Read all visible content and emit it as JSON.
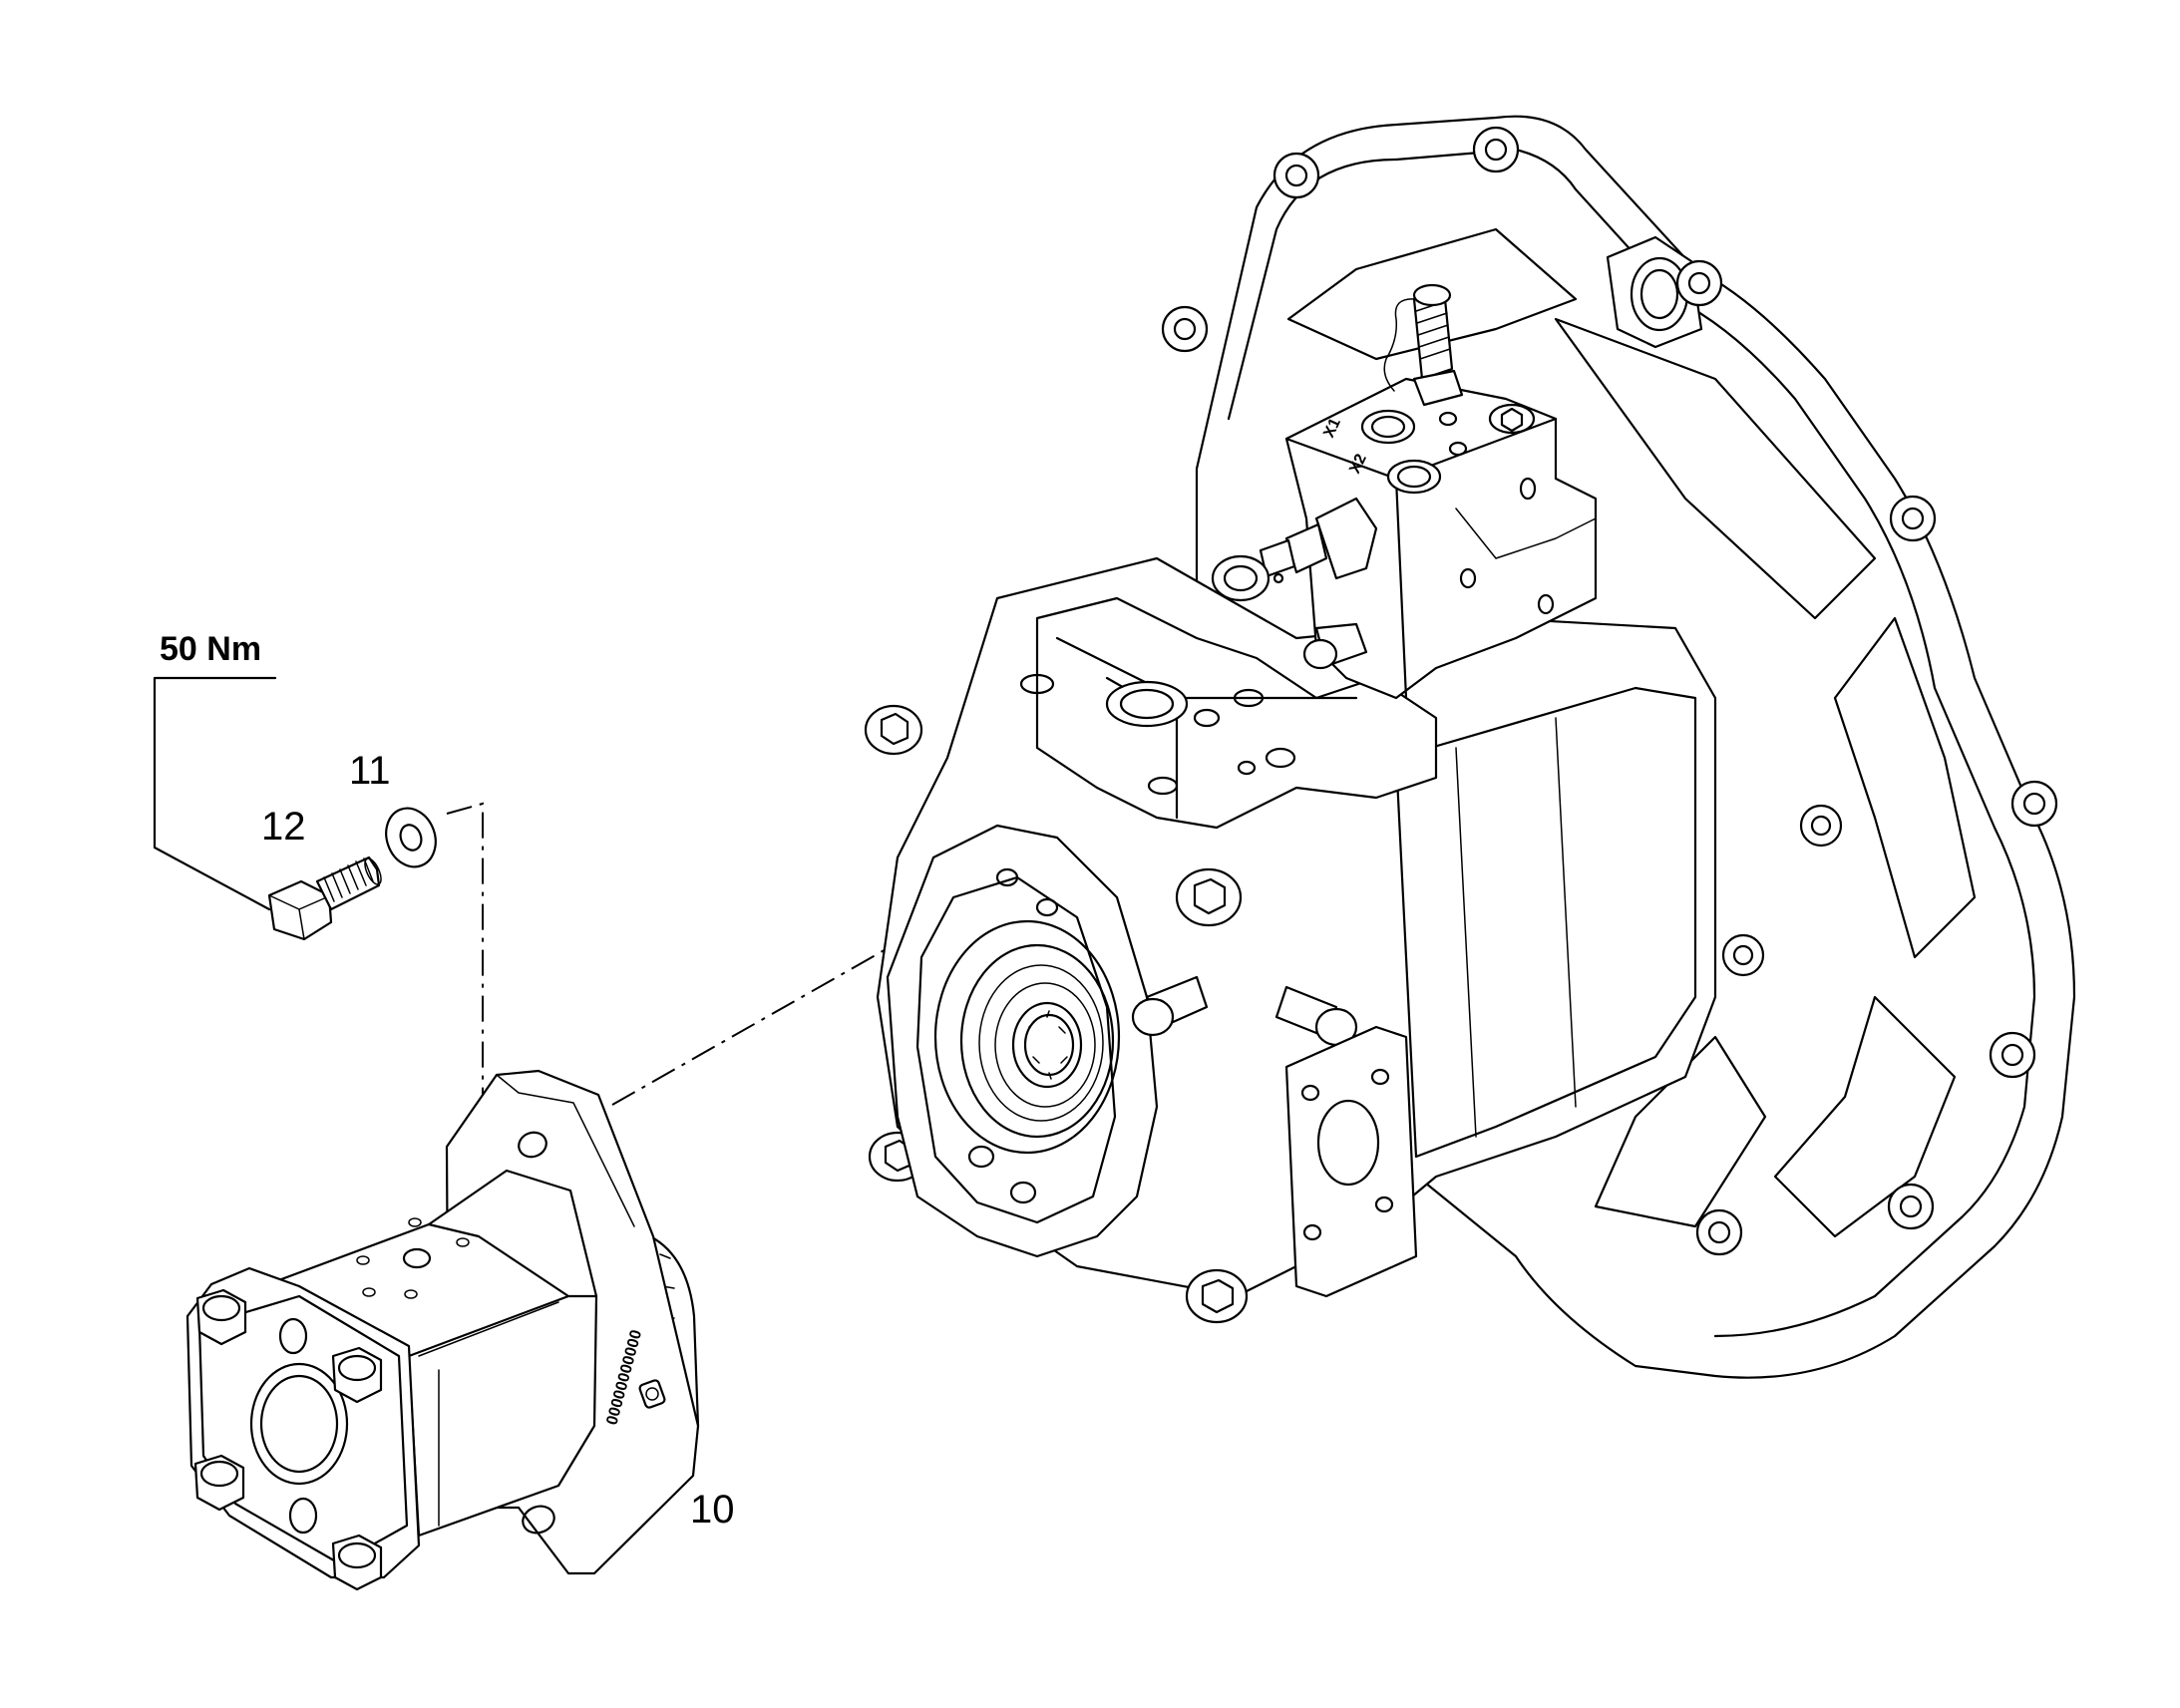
{
  "callouts": {
    "torque": "50 Nm",
    "part_11": "11",
    "part_12": "12",
    "part_10": "10"
  },
  "port_marks": {
    "x1": "X1",
    "x2": "X2"
  },
  "gear_pump_serial": "00000000000"
}
